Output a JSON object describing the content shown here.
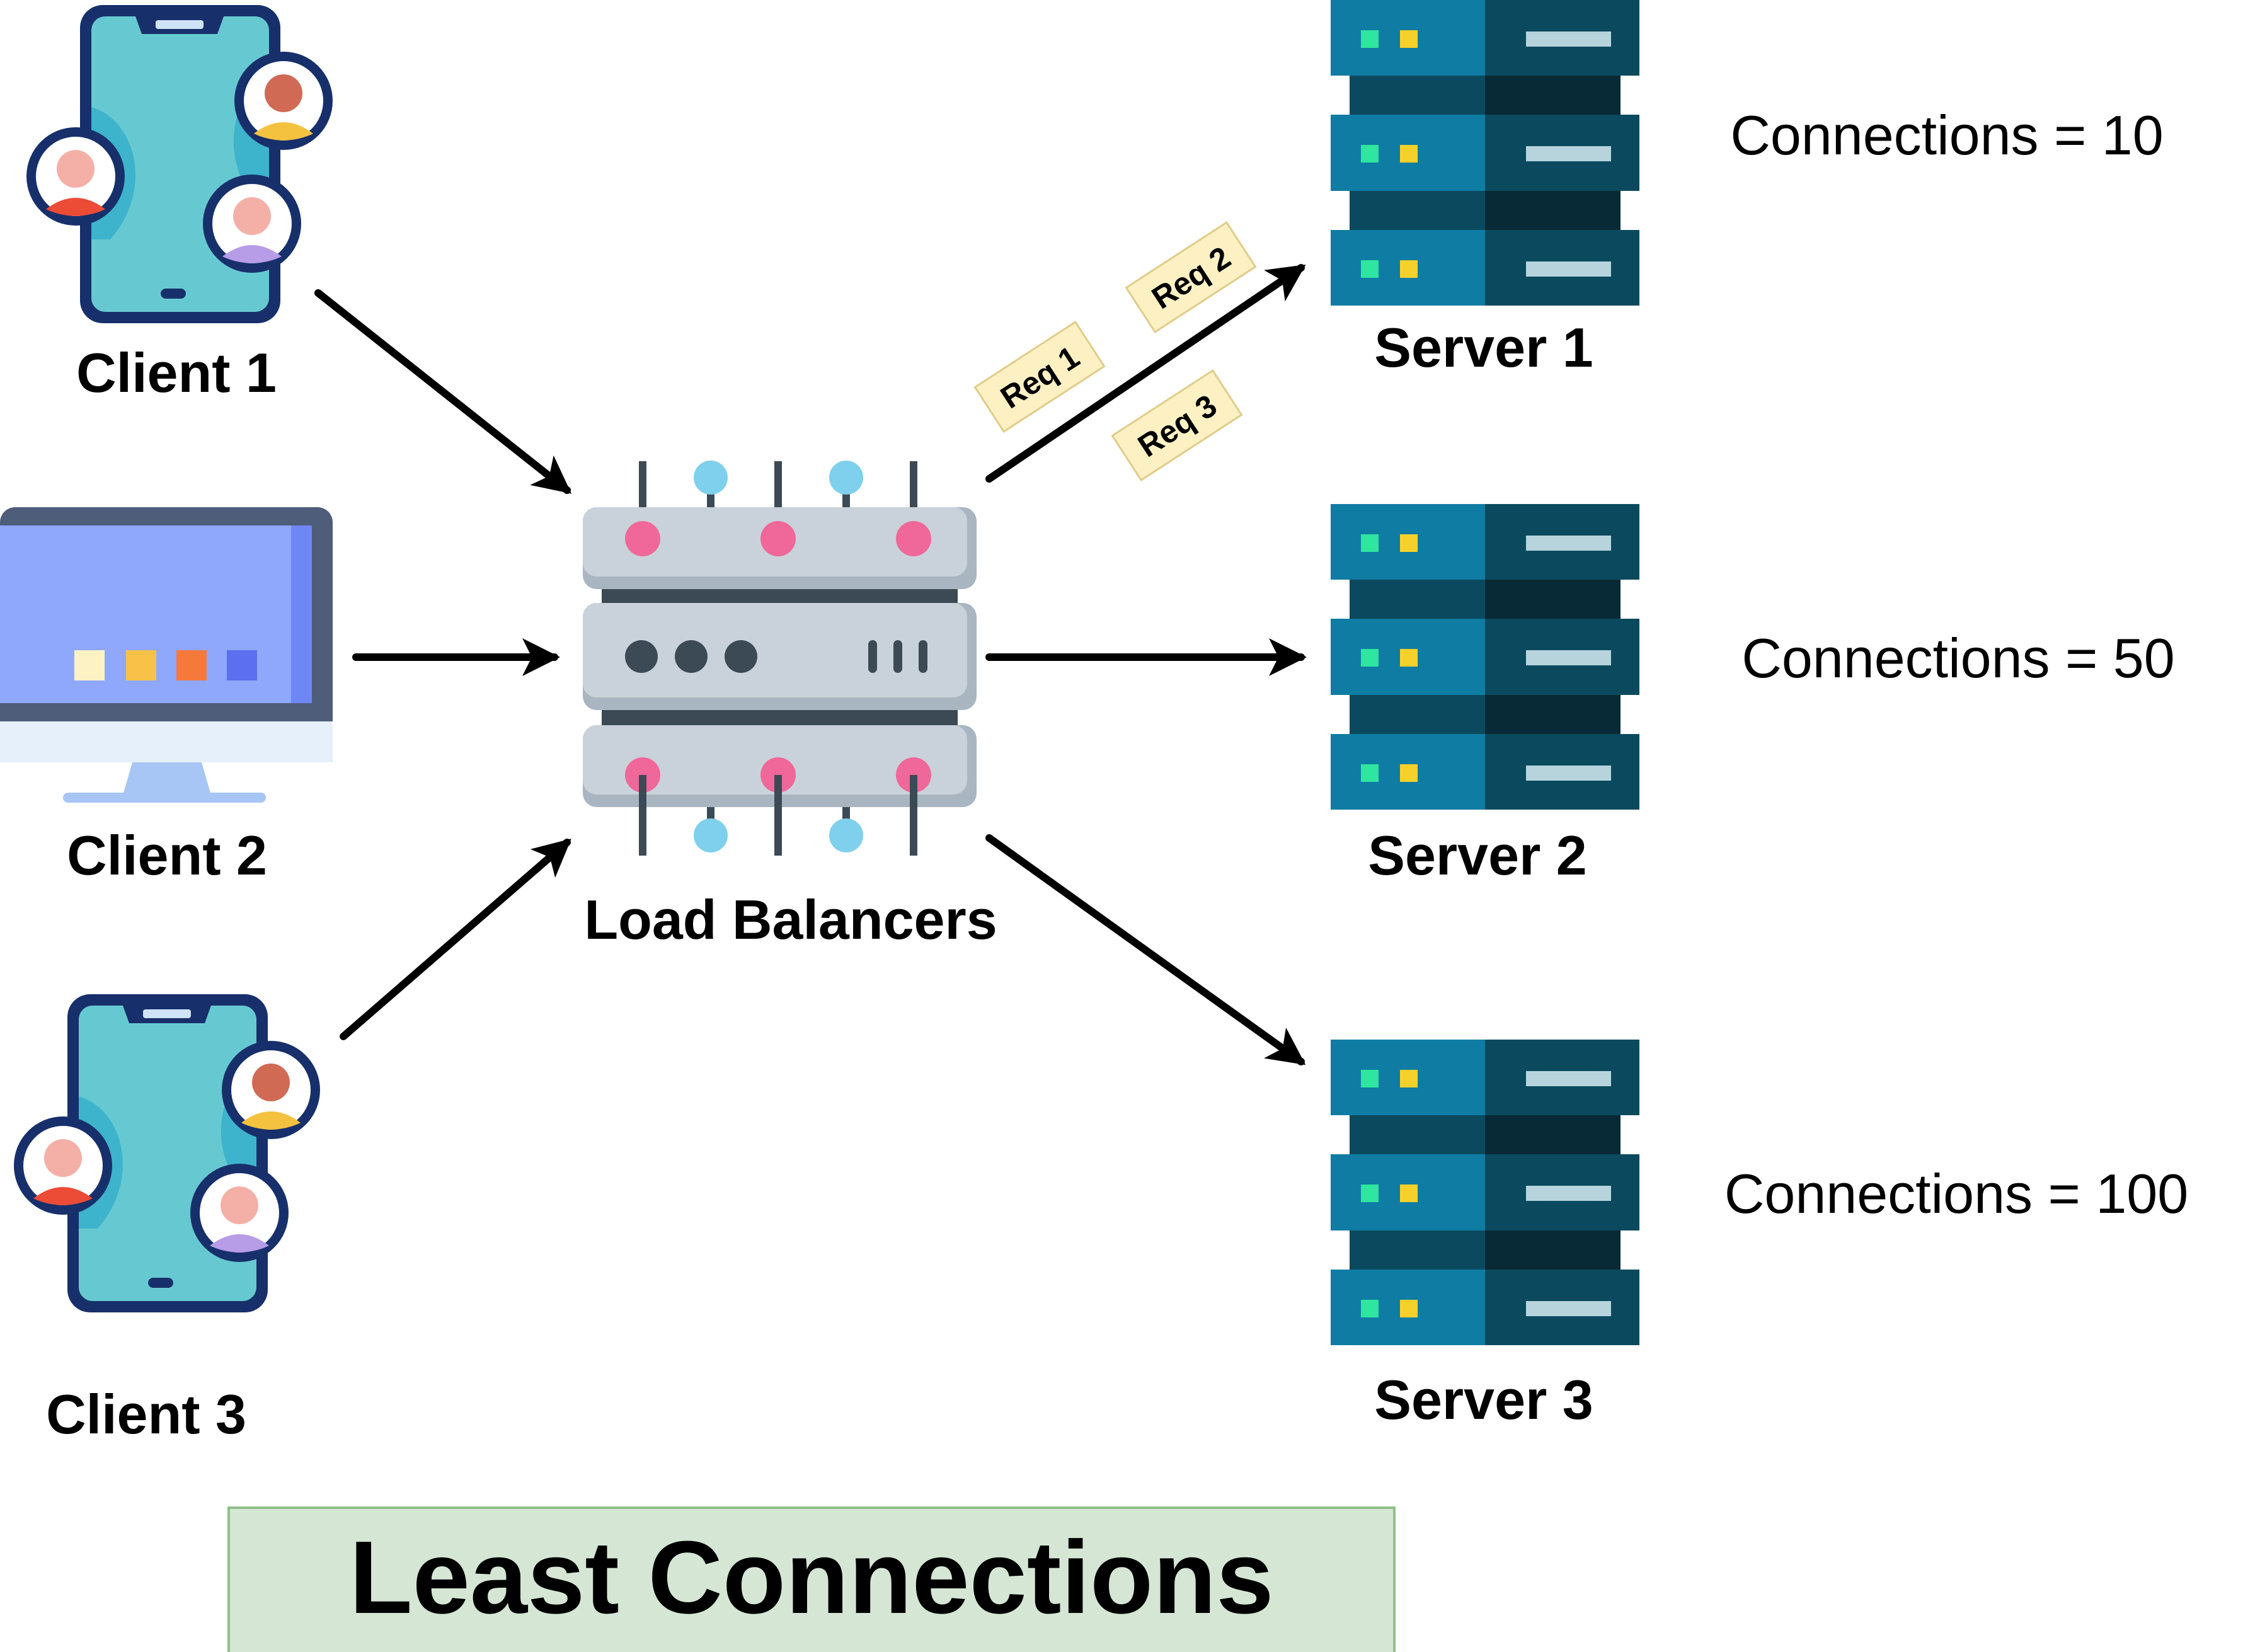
{
  "clients": [
    {
      "label": "Client 1"
    },
    {
      "label": "Client 2"
    },
    {
      "label": "Client 3"
    }
  ],
  "load_balancer": {
    "label": "Load Balancers"
  },
  "servers": [
    {
      "label": "Server 1",
      "connections": "Connections = 10"
    },
    {
      "label": "Server 2",
      "connections": "Connections = 50"
    },
    {
      "label": "Server 3",
      "connections": "Connections = 100"
    }
  ],
  "requests": [
    "Req 1",
    "Req 2",
    "Req 3"
  ],
  "footer": {
    "title": "Least Connections"
  },
  "colors": {
    "phone_body": "#66c9d1",
    "phone_outline": "#17306b",
    "server_light": "#0f7ca3",
    "server_dark": "#0b4a5e",
    "server_gap": "#082a36",
    "lb_body": "#c9d2da",
    "lb_dark": "#3c4a55",
    "pin_pink": "#f0679a",
    "pin_blue": "#7fd0ec",
    "req_tag": "#fdf1c4",
    "footer_bg": "#d5e7d4",
    "footer_border": "#8fbf88",
    "arrow": "#000000"
  }
}
